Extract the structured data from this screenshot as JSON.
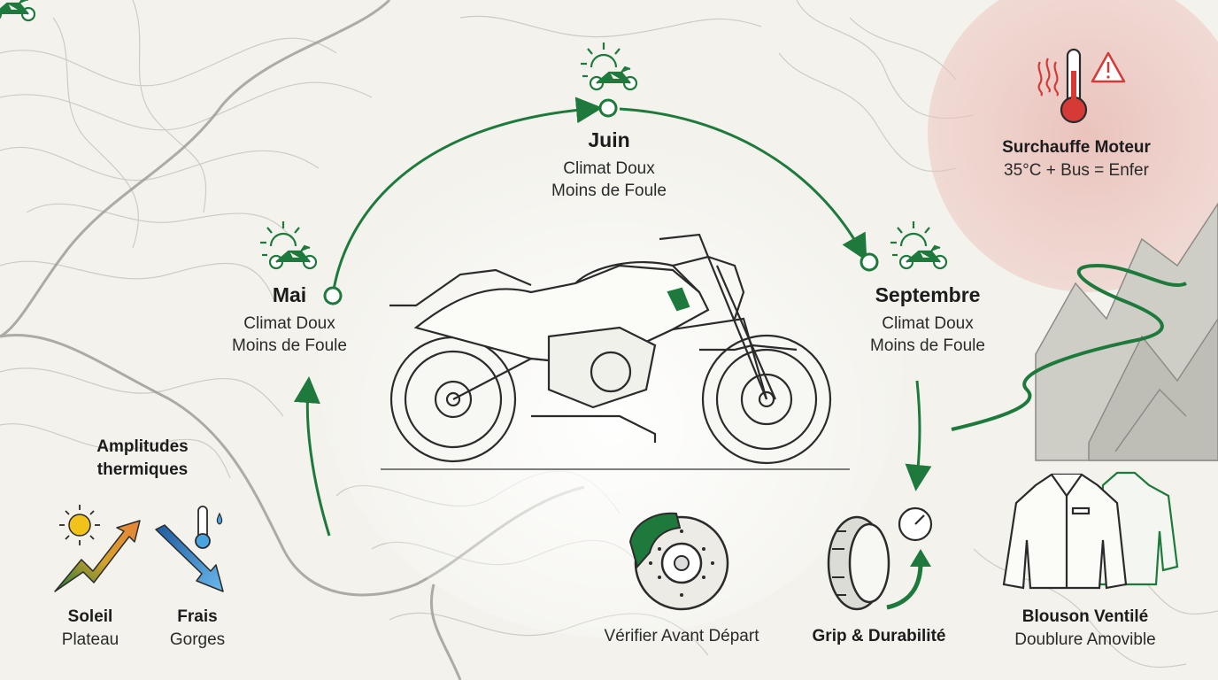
{
  "colors": {
    "accent_green": "#1e7a3c",
    "dark_green": "#0f5a2a",
    "heat_zone": "#e9b9b4",
    "sun_yellow": "#f2c21a",
    "warm_orange": "#e8833a",
    "cool_blue": "#4aa4e0",
    "alert_red": "#d63a36",
    "background": "#f3f2ec"
  },
  "timeline": [
    {
      "month": "Mai",
      "line1": "Climat Doux",
      "line2": "Moins de Foule",
      "icon": "sun-motorcycle-icon"
    },
    {
      "month": "Juin",
      "line1": "Climat Doux",
      "line2": "Moins de Foule",
      "icon": "sun-motorcycle-icon"
    },
    {
      "month": "Septembre",
      "line1": "Climat Doux",
      "line2": "Moins de Foule",
      "icon": "sun-motorcycle-icon"
    }
  ],
  "overheat": {
    "title": "Surchauffe Moteur",
    "subtitle": "35°C + Bus = Enfer",
    "icons": [
      "heat-waves-icon",
      "thermometer-icon",
      "warning-icon"
    ]
  },
  "thermal": {
    "title_line1": "Amplitudes",
    "title_line2": "thermiques",
    "sun": {
      "label": "Soleil",
      "sub": "Plateau",
      "icon": "sun-arrow-up-icon"
    },
    "cool": {
      "label": "Frais",
      "sub": "Gorges",
      "icon": "thermometer-arrow-down-icon"
    }
  },
  "checks": [
    {
      "label": "Vérifier Avant Départ",
      "icon": "brake-disc-icon"
    },
    {
      "label": "Grip & Durabilité",
      "icon": "tire-gauge-icon"
    }
  ],
  "jacket": {
    "label": "Blouson Ventilé",
    "sub": "Doublure Amovible",
    "icon": "jacket-icon"
  }
}
